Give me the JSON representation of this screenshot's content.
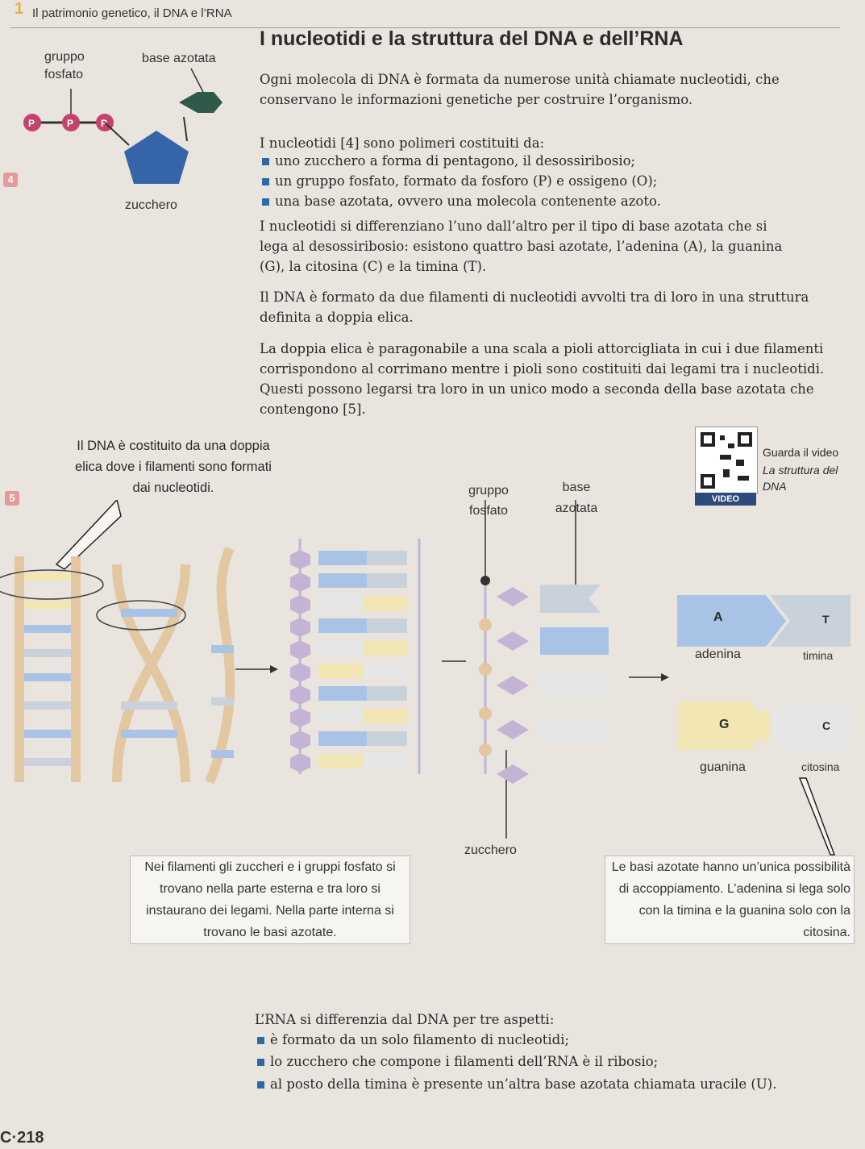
{
  "header": {
    "chapter_number": "1",
    "chapter_title": "Il patrimonio genetico, il DNA e l’RNA"
  },
  "section_title": "I nucleotidi e la struttura del DNA e dell’RNA",
  "fig4": {
    "badge": "4",
    "label_phosphate": "gruppo fosfato",
    "label_base": "base azotata",
    "label_sugar": "zucchero",
    "p_labels": [
      "P",
      "P",
      "P"
    ]
  },
  "text": {
    "p1": "Ogni molecola di DNA è formata da numerose unità chiamate nucleotidi, che conservano le informazioni genetiche per costruire l’organismo.",
    "p2_intro": "I nucleotidi [4] sono polimeri costituiti da:",
    "bullets": [
      "uno zucchero a forma di pentagono, il desossiribosio;",
      "un gruppo fosfato, formato da fosforo (P) e ossigeno (O);",
      "una base azotata, ovvero una molecola contenente azoto."
    ],
    "p3": "I nucleotidi si differenziano l’uno dall’altro per il tipo di base azotata che si lega al desossiribosio: esistono quattro basi azotate, l’adenina (A), la guanina (G), la citosina (C) e la timina (T).",
    "p4": "Il DNA è formato da due filamenti di nucleotidi avvolti tra di loro in una struttura definita a doppia elica.",
    "p5": "La doppia elica è paragonabile a una scala a pioli attorcigliata in cui i due filamenti corrispondono al corrimano mentre i pioli sono costituiti dai legami tra i nucleotidi. Questi possono legarsi tra loro in un unico modo a seconda della base azotata che contengono [5]."
  },
  "fig5": {
    "badge": "5",
    "caption_top": "Il DNA è costituito da una doppia elica dove i filamenti sono formati dai nucleotidi.",
    "label_phosphate": "gruppo fosfato",
    "label_base": "base azotata",
    "label_sugar": "zucchero",
    "video": {
      "line1": "Guarda il video",
      "line2": "La struttura del DNA",
      "tag": "VIDEO"
    },
    "pairs": [
      {
        "left_letter": "A",
        "left_name": "adenina",
        "right_letter": "T",
        "right_name": "timina"
      },
      {
        "left_letter": "G",
        "left_name": "guanina",
        "right_letter": "C",
        "right_name": "citosina"
      }
    ],
    "box_left": "Nei filamenti gli zuccheri e i gruppi fosfato si trovano nella parte esterna e tra loro si instaurano dei legami. Nella parte interna si trovano le basi azotate.",
    "box_right": "Le basi azotate hanno un’unica possibilità di accoppiamento. L’adenina si lega solo con la timina e la guanina solo con la citosina."
  },
  "rna": {
    "intro": "L’RNA si differenzia dal DNA per tre aspetti:",
    "bullets": [
      "è formato da un solo filamento di nucleotidi;",
      "lo zucchero che compone i filamenti dell’RNA è il ribosio;",
      "al posto della timina è presente un’altra base azotata chiamata uracile (U)."
    ]
  },
  "page_number": "C·218",
  "colors": {
    "bullet_blue": "#2b6aa3",
    "badge_pink": "#e59a9a",
    "sugar_blue": "#3565a8",
    "base_green": "#2f5a4a",
    "phosphate_pink": "#c4436a",
    "adenine_blue": "#a9c3e6",
    "thymine_gray": "#c9d2da",
    "guanine_yellow": "#f2e7b4",
    "cytosine_gray": "#e6e6e6",
    "purple_sugar": "#c4b3d4"
  }
}
